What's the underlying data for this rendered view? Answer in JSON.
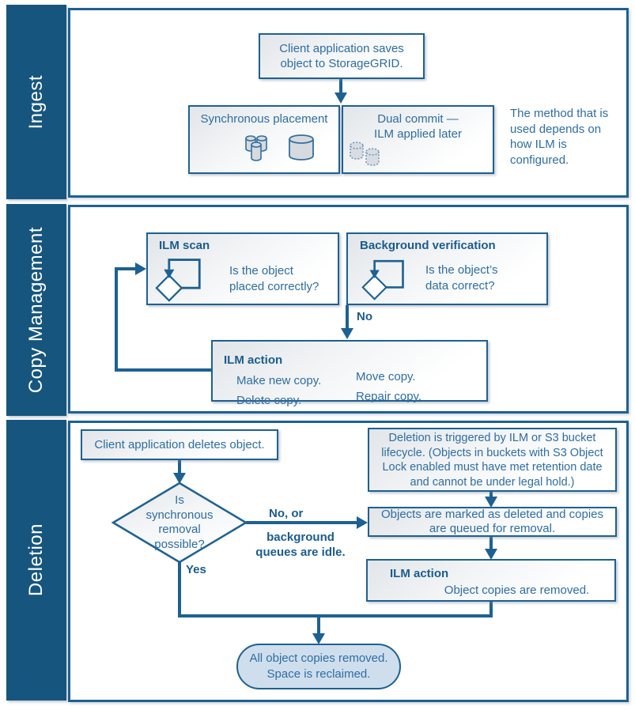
{
  "colors": {
    "sidebar_blue": "#16567e",
    "line_blue": "#1d6192",
    "text_blue": "#2e6da4",
    "header_blue": "#1a5c8e",
    "box_fill_top": "#e2e5e9",
    "stadium_fill": "#cfdeed"
  },
  "sidebar": {
    "ingest_label": "Ingest",
    "copy_label": "Copy Management",
    "deletion_label": "Deletion"
  },
  "ingest": {
    "client_box_lines": [
      "Client application saves",
      "object to StorageGRID."
    ],
    "sync_box_label": "Synchronous placement",
    "dual_box_lines": [
      "Dual commit —",
      "ILM applied later"
    ],
    "note_lines": [
      "The method that is",
      "used depends on",
      "how ILM is",
      "configured."
    ],
    "icons": [
      "cylinders-cluster-icon",
      "cylinder-icon",
      "dashed-cylinders-icon"
    ]
  },
  "copy_management": {
    "ilm_scan": {
      "title": "ILM scan",
      "lines": [
        "Is the object",
        "placed correctly?"
      ]
    },
    "background_verification": {
      "title": "Background verification",
      "lines": [
        "Is the object’s",
        "data correct?"
      ]
    },
    "no_label": "No",
    "ilm_action": {
      "title": "ILM action",
      "left_lines": [
        "Make new copy.",
        "Delete copy."
      ],
      "right_lines": [
        "Move copy.",
        "Repair copy."
      ]
    },
    "icons": [
      "loop-icon",
      "loop-icon"
    ]
  },
  "deletion": {
    "client_box_label": "Client application deletes object.",
    "decision_lines": [
      "Is",
      "synchronous",
      "removal",
      "possible?"
    ],
    "no_branch": {
      "label": "No, or",
      "sub_lines": [
        "background",
        "queues are idle."
      ]
    },
    "yes_label": "Yes",
    "trigger_box_lines": [
      "Deletion is triggered by ILM or  S3 bucket",
      "lifecycle. (Objects in buckets with S3 Object",
      "Lock enabled must have met retention date",
      "and cannot be under legal hold.)"
    ],
    "marked_box_lines": [
      "Objects are marked as deleted and copies",
      "are queued for removal."
    ],
    "ilm_action": {
      "title": "ILM action",
      "body": "Object copies are removed."
    },
    "end_box_lines": [
      "All object copies removed.",
      "Space is reclaimed."
    ]
  }
}
